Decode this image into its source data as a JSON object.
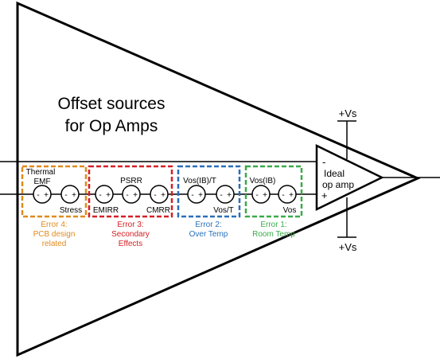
{
  "title": {
    "line1": "Offset sources",
    "line2": "for Op Amps"
  },
  "ideal_opamp": {
    "line1": "Ideal",
    "line2": "op amp",
    "minus": "-",
    "plus": "+"
  },
  "supply": {
    "top": "+Vs",
    "bottom": "+Vs"
  },
  "source_sign": {
    "minus": "-",
    "plus": "+"
  },
  "groups": [
    {
      "id": "error4",
      "color": "#e08a1e",
      "top_labels": [
        "Thermal",
        "EMF"
      ],
      "bottom_labels": [
        "Stress"
      ],
      "caption": [
        "Error 4:",
        "PCB design",
        "related"
      ]
    },
    {
      "id": "error3",
      "color": "#d42027",
      "top_labels": [
        "PSRR"
      ],
      "bottom_labels": [
        "EMIRR",
        "CMRR"
      ],
      "caption": [
        "Error 3:",
        "Secondary",
        "Effects"
      ]
    },
    {
      "id": "error2",
      "color": "#2a6fb8",
      "top_labels": [
        "Vos(IB)/T"
      ],
      "bottom_labels": [
        "Vos/T"
      ],
      "caption": [
        "Error 2:",
        "Over Temp"
      ]
    },
    {
      "id": "error1",
      "color": "#3aaa4a",
      "top_labels": [
        "Vos(IB)"
      ],
      "bottom_labels": [
        "Vos"
      ],
      "caption": [
        "Error 1:",
        "Room Temp"
      ]
    }
  ]
}
